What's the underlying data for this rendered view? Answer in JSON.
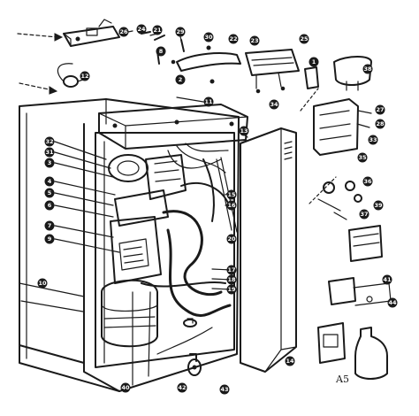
{
  "page_code": "A5",
  "callouts": [
    "26",
    "24",
    "21",
    "29",
    "30",
    "22",
    "23",
    "38",
    "8",
    "25",
    "2",
    "1",
    "34",
    "32",
    "12",
    "31",
    "3",
    "4",
    "5",
    "6",
    "7",
    "9",
    "10",
    "11",
    "13",
    "14",
    "15",
    "16",
    "17",
    "18",
    "19",
    "20",
    "27",
    "28",
    "33",
    "35",
    "36",
    "37",
    "39",
    "40",
    "41",
    "42",
    "43",
    "44"
  ]
}
